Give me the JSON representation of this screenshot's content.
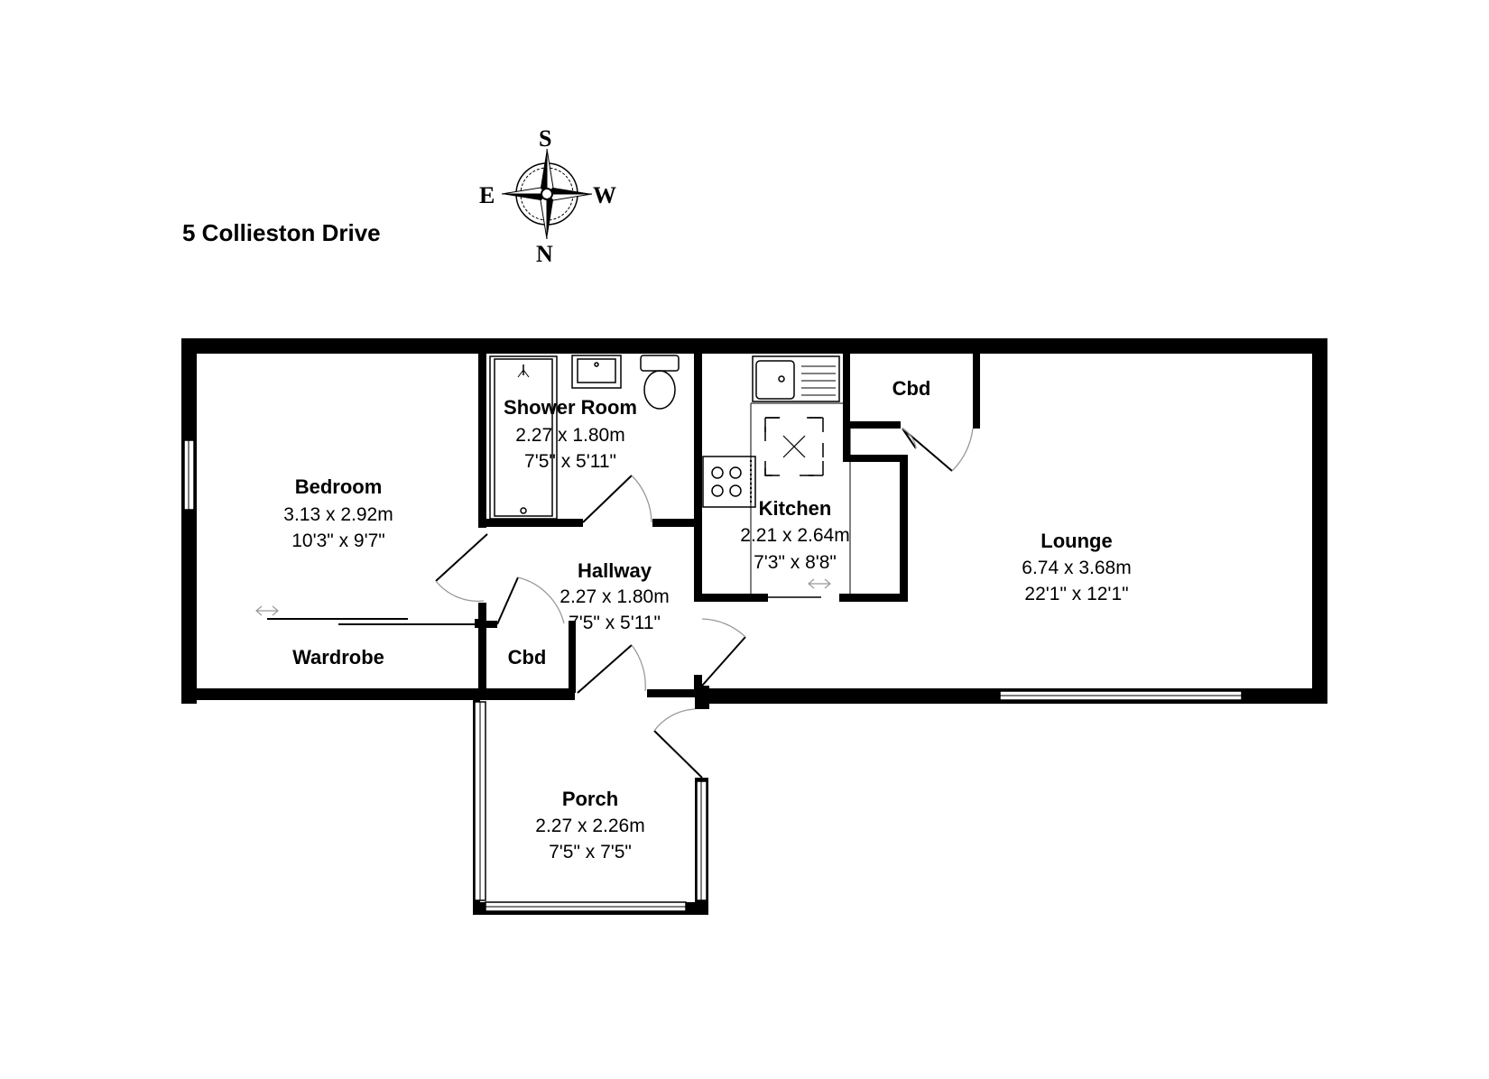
{
  "title": "5 Collieston Drive",
  "compass": {
    "top": "S",
    "bottom": "N",
    "left": "E",
    "right": "W"
  },
  "rooms": [
    {
      "id": "bedroom",
      "name": "Bedroom",
      "metric": "3.13 x 2.92m",
      "imperial": "10'3\" x 9'7\""
    },
    {
      "id": "shower-room",
      "name": "Shower Room",
      "metric": "2.27 x 1.80m",
      "imperial": "7'5\" x 5'11\""
    },
    {
      "id": "kitchen",
      "name": "Kitchen",
      "metric": "2.21 x 2.64m",
      "imperial": "7'3\" x 8'8\""
    },
    {
      "id": "hallway",
      "name": "Hallway",
      "metric": "2.27 x 1.80m",
      "imperial": "7'5\" x 5'11\""
    },
    {
      "id": "lounge",
      "name": "Lounge",
      "metric": "6.74 x 3.68m",
      "imperial": "22'1\" x 12'1\""
    },
    {
      "id": "porch",
      "name": "Porch",
      "metric": "2.27 x 2.26m",
      "imperial": "7'5\" x 7'5\""
    }
  ],
  "labels": {
    "wardrobe": "Wardrobe",
    "hall_cbd": "Cbd",
    "kitchen_cbd": "Cbd"
  }
}
